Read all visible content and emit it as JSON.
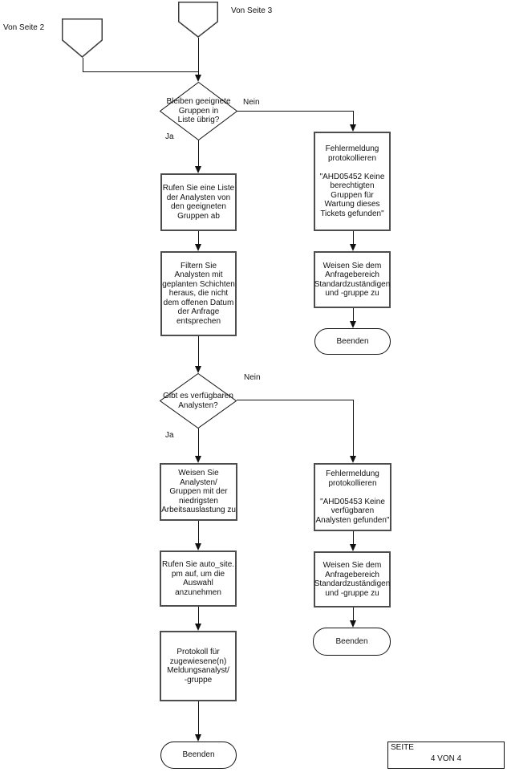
{
  "labels": {
    "from_page_2": "Von Seite 2",
    "from_page_3": "Von Seite 3",
    "yes": "Ja",
    "no": "Nein"
  },
  "nodes": {
    "decision_groups": "Bleiben geeignete\nGruppen in\nListe übrig?",
    "get_analyst_list": "Rufen Sie eine Liste\nder Analysten von\nden geeigneten\nGruppen ab",
    "filter_analysts": "Filtern Sie\nAnalysten mit\ngeplanten Schichten\nheraus, die nicht\ndem offenen Datum\nder Anfrage\nentsprechen",
    "decision_available": "Gibt es verfügbaren\nAnalysten?",
    "assign_lowest_workload": "Weisen Sie\nAnalysten/\nGruppen mit der\nniedrigsten\nArbeitsauslastung zu",
    "call_auto_site": "Rufen Sie auto_site.\npm auf, um die\nAuswahl\nanzunehmen",
    "log_assigned": "Protokoll für\nzugewiesene(n)\nMeldungsanalyst/\n-gruppe",
    "error_ahd05452": "Fehlermeldung\nprotokollieren\n\n\"AHD05452 Keine\nberechtigten\nGruppen für\nWartung dieses\nTickets gefunden\"",
    "error_ahd05453": "Fehlermeldung\nprotokollieren\n\n\"AHD05453 Keine\nverfügbaren\nAnalysten gefunden\"",
    "assign_default": "Weisen Sie dem\nAnfragebereich\nStandardzuständigen\nund -gruppe zu",
    "end": "Beenden"
  },
  "footer": {
    "label": "SEITE",
    "page": "4 VON 4"
  },
  "colors": {
    "background": "#ffffff",
    "line": "#111111",
    "process_border": "#4d4d4d",
    "text": "#111111"
  }
}
